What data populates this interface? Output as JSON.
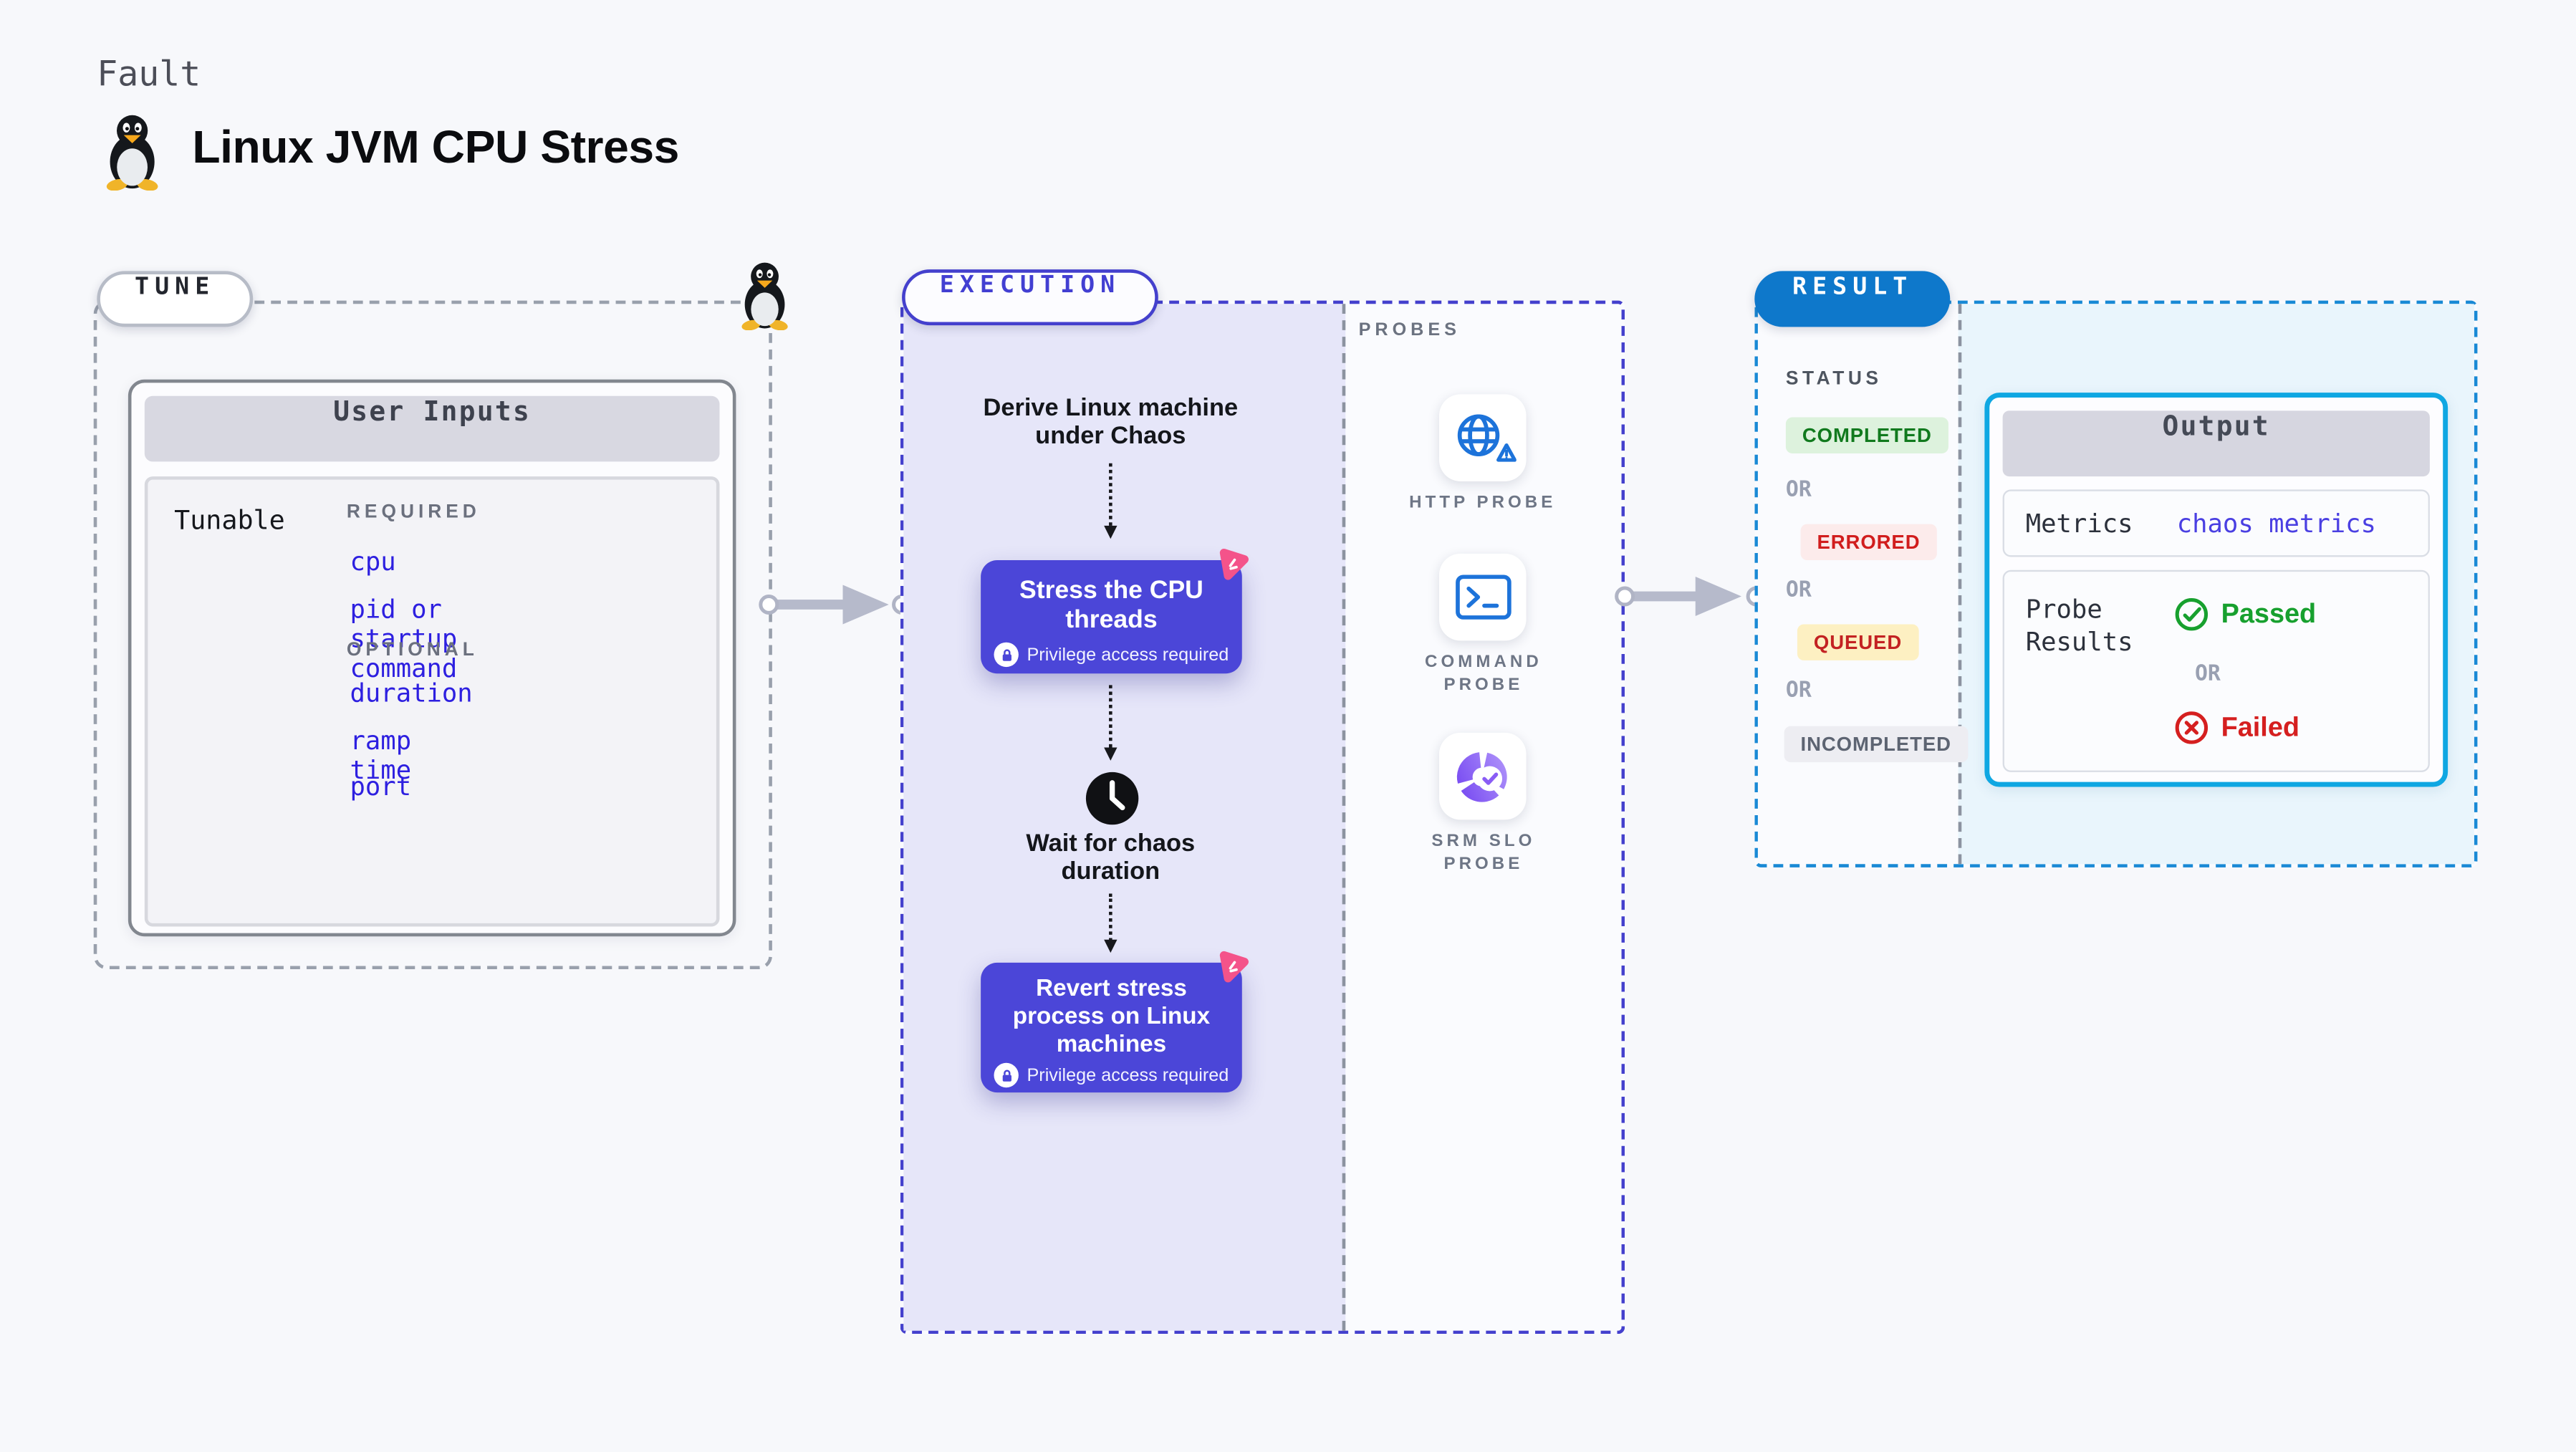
{
  "header": {
    "eyebrow": "Fault",
    "title": "Linux JVM CPU Stress"
  },
  "tune": {
    "pill": "TUNE",
    "card_title": "User Inputs",
    "row_label": "Tunable",
    "required_heading": "REQUIRED",
    "required_items": [
      "cpu",
      "pid or startup command"
    ],
    "optional_heading": "OPTIONAL",
    "optional_items": [
      "duration",
      "ramp time",
      "port"
    ]
  },
  "execution": {
    "pill": "EXECUTION",
    "step_derive": "Derive Linux machine under Chaos",
    "action_stress": "Stress the CPU threads",
    "privilege_note": "Privilege access required",
    "step_wait": "Wait for chaos duration",
    "action_revert": "Revert stress process on Linux machines",
    "probes_heading": "PROBES",
    "probes": [
      {
        "label": "HTTP PROBE",
        "icon": "globe-alert-icon"
      },
      {
        "label": "COMMAND PROBE",
        "icon": "terminal-icon"
      },
      {
        "label": "SRM SLO PROBE",
        "icon": "slo-donut-icon"
      }
    ]
  },
  "result": {
    "pill": "RESULT",
    "status_heading": "STATUS",
    "or": "OR",
    "badges": [
      {
        "label": "COMPLETED",
        "type": "success"
      },
      {
        "label": "ERRORED",
        "type": "error"
      },
      {
        "label": "QUEUED",
        "type": "queued"
      },
      {
        "label": "INCOMPLETED",
        "type": "incompleted"
      }
    ],
    "output": {
      "title": "Output",
      "metrics_label": "Metrics",
      "metrics_value": "chaos metrics",
      "probe_results_label": "Probe Results",
      "passed": "Passed",
      "or": "OR",
      "failed": "Failed"
    }
  },
  "colors": {
    "page_bg": "#f7f8fb",
    "accent_indigo": "#4b46d8",
    "lavender_bg": "#e6e6f9",
    "result_blue": "#0e78cb",
    "output_border_cyan": "#0fa7e2",
    "output_bg": "#e9f5fc",
    "link_blue": "#2d1fe0",
    "chaos_pink": "#f4538a",
    "probe_icon_blue": "#1d73da",
    "probe_icon_purple": "#8a5cf5",
    "success_text": "#117a1e",
    "success_bg": "#ddf2dd",
    "error_text": "#d11d1d",
    "error_bg": "#fcebeb",
    "queued_text": "#c32222",
    "queued_bg": "#fdf0c2",
    "incompleted_text": "#5d6472",
    "incompleted_bg": "#ededf2",
    "passed_green": "#17a02e",
    "failed_red": "#d51f1f"
  }
}
